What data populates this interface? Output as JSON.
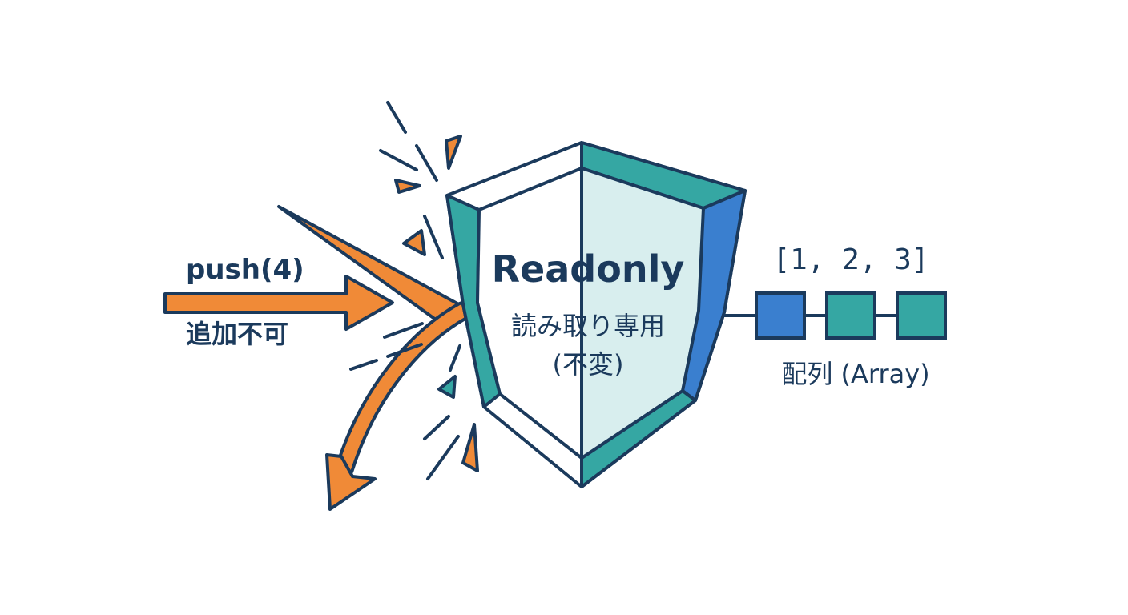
{
  "labels": {
    "push_call": "push(4)",
    "push_denied": "追加不可",
    "shield_title": "Readonly",
    "shield_subtitle": "読み取り専用",
    "shield_note": "(不変)",
    "array_literal": "[1, 2, 3]",
    "array_caption": "配列 (Array)"
  },
  "colors": {
    "outline": "#1b3a5c",
    "arrow": "#f08a37",
    "teal": "#35a7a3",
    "blue": "#3a7fcf",
    "shield_light": "#d8eeee",
    "background": "#ffffff"
  },
  "icons": {
    "shield": "shield-icon",
    "incoming_arrow": "arrow-right-icon",
    "deflected_arrow": "arrow-down-left-icon",
    "impact": "impact-burst-icon"
  },
  "array": {
    "cells": [
      {
        "color": "#3a7fcf"
      },
      {
        "color": "#35a7a3"
      },
      {
        "color": "#35a7a3"
      }
    ]
  }
}
